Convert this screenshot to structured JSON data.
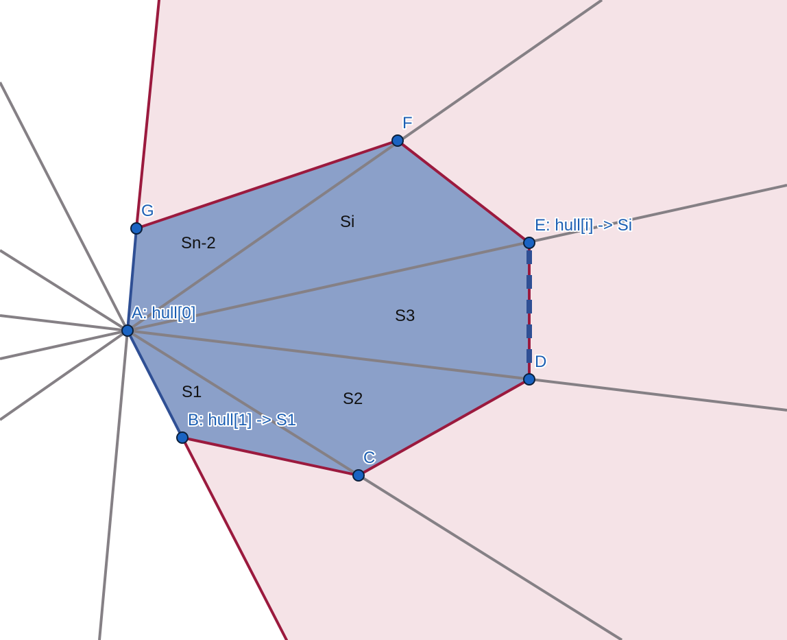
{
  "colors": {
    "background": "#ffffff",
    "visible_region_fill": "#f5e3e7",
    "hull_fill": "#8ba0c9",
    "hull_edge": "#9b1a3e",
    "hidden_edge": "#2f4f94",
    "ray": "#858085",
    "point_fill": "#1a63c2",
    "point_stroke": "#0b1f3a",
    "point_label": "#1c5fb3",
    "region_label": "#111111"
  },
  "points": {
    "A": "A: hull[0]",
    "B": "B: hull[1] -> S1",
    "C": "C",
    "D": "D",
    "E": "E: hull[i] -> Si",
    "F": "F",
    "G": "G"
  },
  "regions": {
    "s1": "S1",
    "s2": "S2",
    "s3": "S3",
    "si": "Si",
    "sn2": "Sn-2"
  }
}
